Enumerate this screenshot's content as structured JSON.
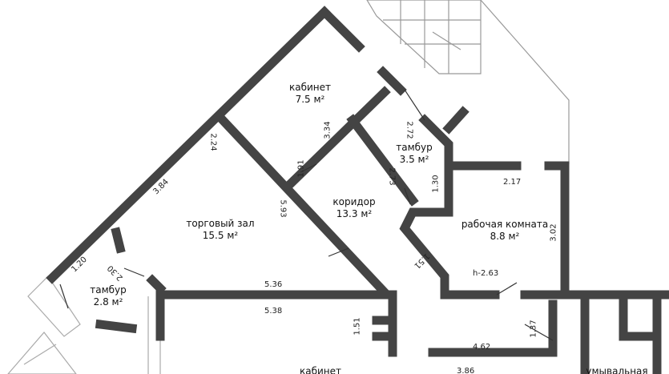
{
  "rooms": [
    {
      "name": "кабинет",
      "area": "7.5 м²"
    },
    {
      "name": "тамбур",
      "area": "3.5 м²"
    },
    {
      "name": "коридор",
      "area": "13.3 м²"
    },
    {
      "name": "торговый зал",
      "area": "15.5 м²"
    },
    {
      "name": "рабочая комната",
      "area": "8.8 м²"
    },
    {
      "name": "тамбур",
      "area": "2.8 м²"
    },
    {
      "name": "кабинет",
      "area": ""
    },
    {
      "name": "умывальная",
      "area": ""
    }
  ],
  "dimensions": [
    "2.24",
    "3.34",
    "1.91",
    "2.72",
    "2.73",
    "1.30",
    "2.17",
    "3.02",
    "3.84",
    "5.93",
    "1.51",
    "1.20",
    "2.30",
    "5.36",
    "5.38",
    "1.51",
    "4.62",
    "1.37",
    "3.86",
    "h-2.63"
  ],
  "colors": {
    "wall": "#444444",
    "line": "#888888"
  }
}
